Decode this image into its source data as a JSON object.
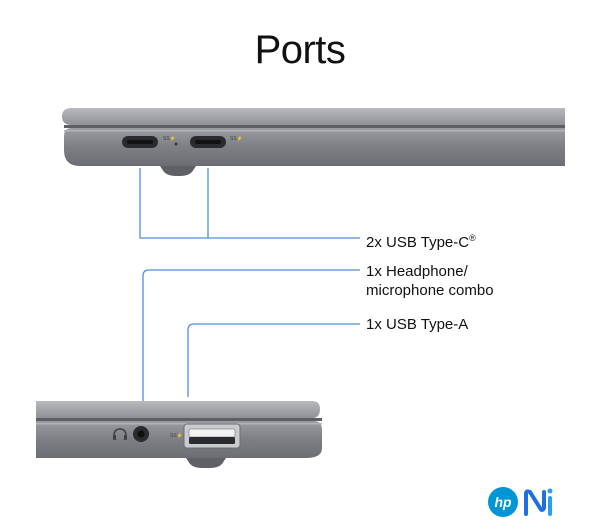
{
  "page": {
    "title": "Ports"
  },
  "callouts": {
    "usb_c": {
      "label": "2x USB Type-C",
      "mark": "®"
    },
    "headphone": {
      "line1": "1x Headphone/",
      "line2": "microphone combo"
    },
    "usb_a": {
      "label": "1x USB Type-A"
    }
  },
  "icons": [
    "usb-c-port-icon",
    "headphone-icon",
    "usb-a-port-icon",
    "hp-logo-icon",
    "ai-logo-icon"
  ],
  "colors": {
    "callout_line": "#4a90d9",
    "laptop_body": "#8e9096",
    "text": "#111111",
    "hp_blue": "#0096d6"
  }
}
